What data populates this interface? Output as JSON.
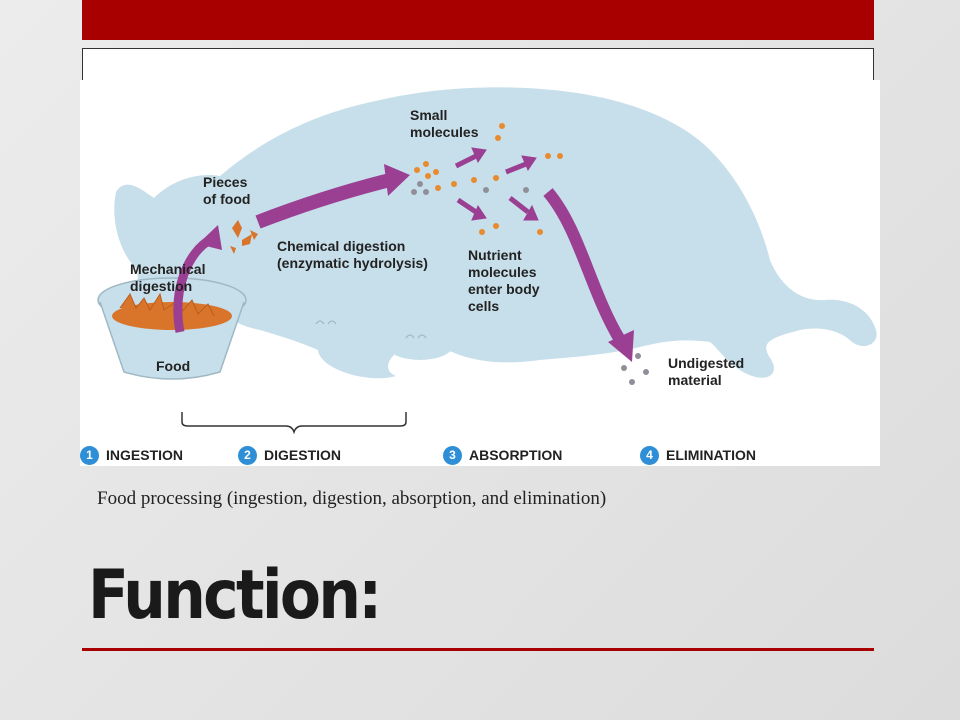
{
  "slide": {
    "title": "Function:",
    "caption": "Food processing (ingestion, digestion, absorption, and elimination)",
    "accent_color": "#a80000"
  },
  "diagram": {
    "labels": {
      "pieces_of_food": "Pieces\nof food",
      "mechanical_digestion": "Mechanical\ndigestion",
      "food": "Food",
      "chemical_digestion": "Chemical digestion\n(enzymatic hydrolysis)",
      "small_molecules": "Small\nmolecules",
      "nutrient_molecules": "Nutrient\nmolecules\nenter body\ncells",
      "undigested_material": "Undigested\nmaterial"
    },
    "stages": [
      {
        "number": "1",
        "label": "INGESTION"
      },
      {
        "number": "2",
        "label": "DIGESTION"
      },
      {
        "number": "3",
        "label": "ABSORPTION"
      },
      {
        "number": "4",
        "label": "ELIMINATION"
      }
    ],
    "colors": {
      "body": "#c7dfea",
      "arrow": "#9b3f93",
      "molecule_orange": "#e88a2e",
      "molecule_gray": "#8f8f99",
      "food": "#d9742b",
      "stage_badge": "#2e8fd6"
    }
  }
}
